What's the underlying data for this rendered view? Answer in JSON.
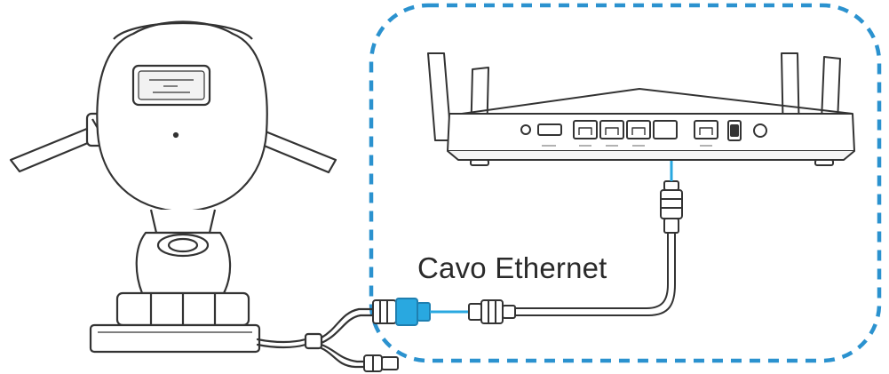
{
  "cable_label": "Cavo Ethernet",
  "colors": {
    "line": "#333333",
    "highlight": "#29a8e0",
    "dashed_border": "#2b92cf",
    "background": "#ffffff"
  },
  "icons": [
    "security-camera",
    "wifi-router",
    "ethernet-cable",
    "power-connector"
  ]
}
